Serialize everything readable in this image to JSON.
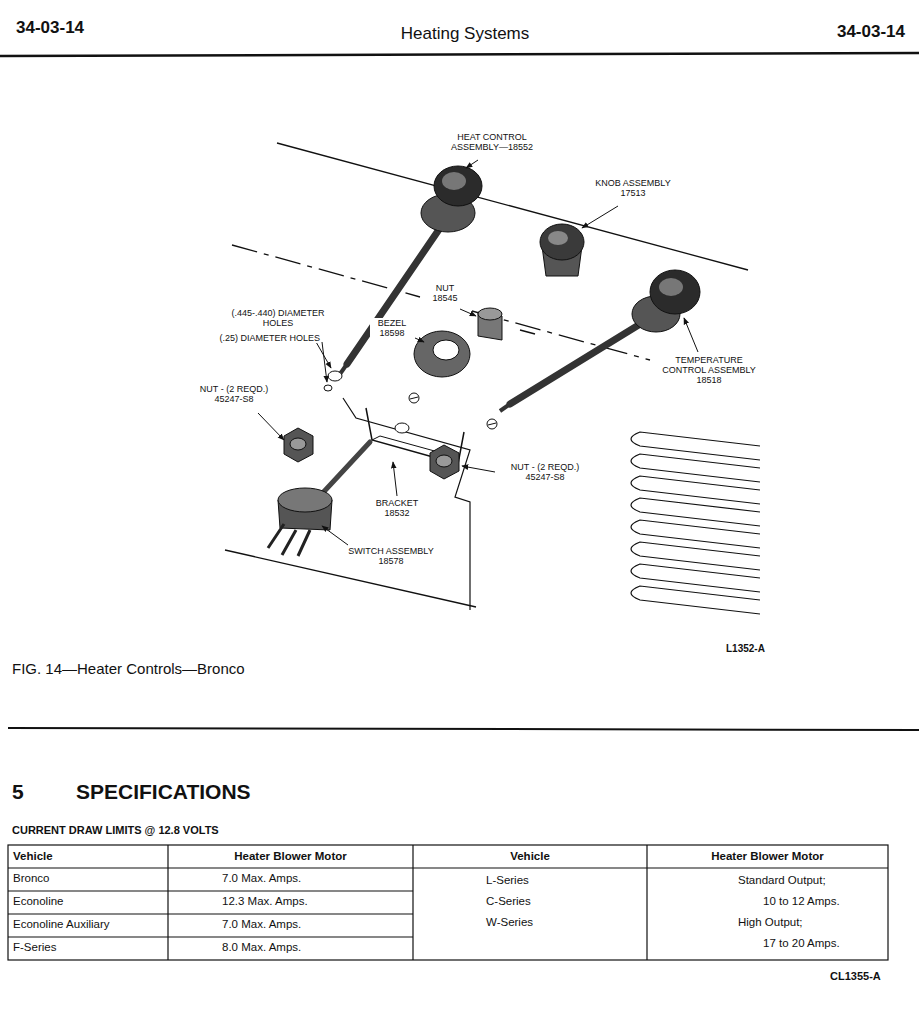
{
  "diagram": {
    "title": "Heating Systems",
    "caption": "FIG. 14—Heater Controls—Bronco",
    "labels": [
      "34-03-14",
      "34-03-14",
      "HEAT CONTROL ASSEMBLY—18552",
      "KNOB ASSEMBLY 17513",
      "NUT 18545",
      "(.445-.440) DIAMETER HOLES",
      "(.25) DIAMETER HOLES",
      "BEZEL 18598",
      "TEMPERATURE CONTROL ASSEMBLY 18518",
      "NUT - (2 REQD.) 45247-S8",
      "BRACKET 18532",
      "NUT - (2 REQD.) 45247-S8",
      "SWITCH ASSEMBLY 18578",
      "L1352-A",
      "5",
      "SPECIFICATIONS",
      "CURRENT DRAW LIMITS @ 12.8 VOLTS",
      "Vehicle",
      "Heater Blower Motor",
      "Vehicle",
      "Heater Blower Motor",
      "Bronco",
      "7.0 Max. Amps.",
      "Econoline",
      "12.3 Max. Amps.",
      "Econoline Auxiliary",
      "7.0 Max. Amps.",
      "F-Series",
      "8.0 Max. Amps.",
      "L-Series",
      "C-Series",
      "W-Series",
      "Standard Output;",
      "10 to 12 Amps.",
      "High Output;",
      "17 to 20 Amps.",
      "CL1355-A"
    ]
  }
}
